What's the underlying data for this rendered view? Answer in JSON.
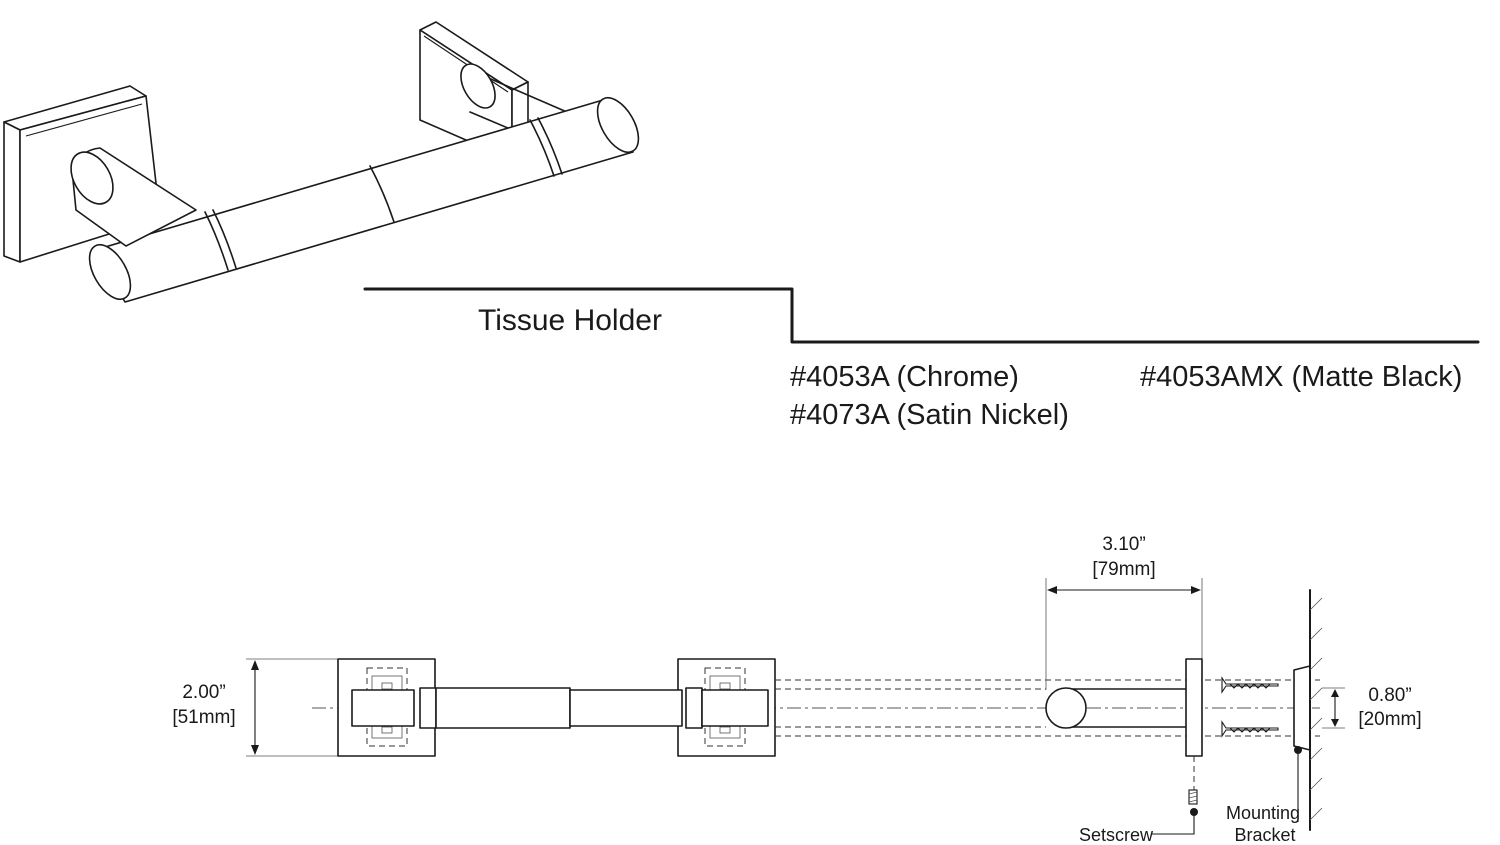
{
  "product": {
    "name": "Tissue Holder",
    "models": {
      "chrome": "#4053A (Chrome)",
      "satin_nickel": "#4073A (Satin Nickel)",
      "matte_black": "#4053AMX (Matte Black)"
    }
  },
  "dimensions": {
    "projection": {
      "imperial": "3.10”",
      "metric": "[79mm]"
    },
    "height": {
      "imperial": "2.00”",
      "metric": "[51mm]"
    },
    "bracket": {
      "imperial": "0.80”",
      "metric": "[20mm]"
    }
  },
  "callouts": {
    "setscrew": "Setscrew",
    "mounting_bracket_line1": "Mounting",
    "mounting_bracket_line2": "Bracket"
  }
}
